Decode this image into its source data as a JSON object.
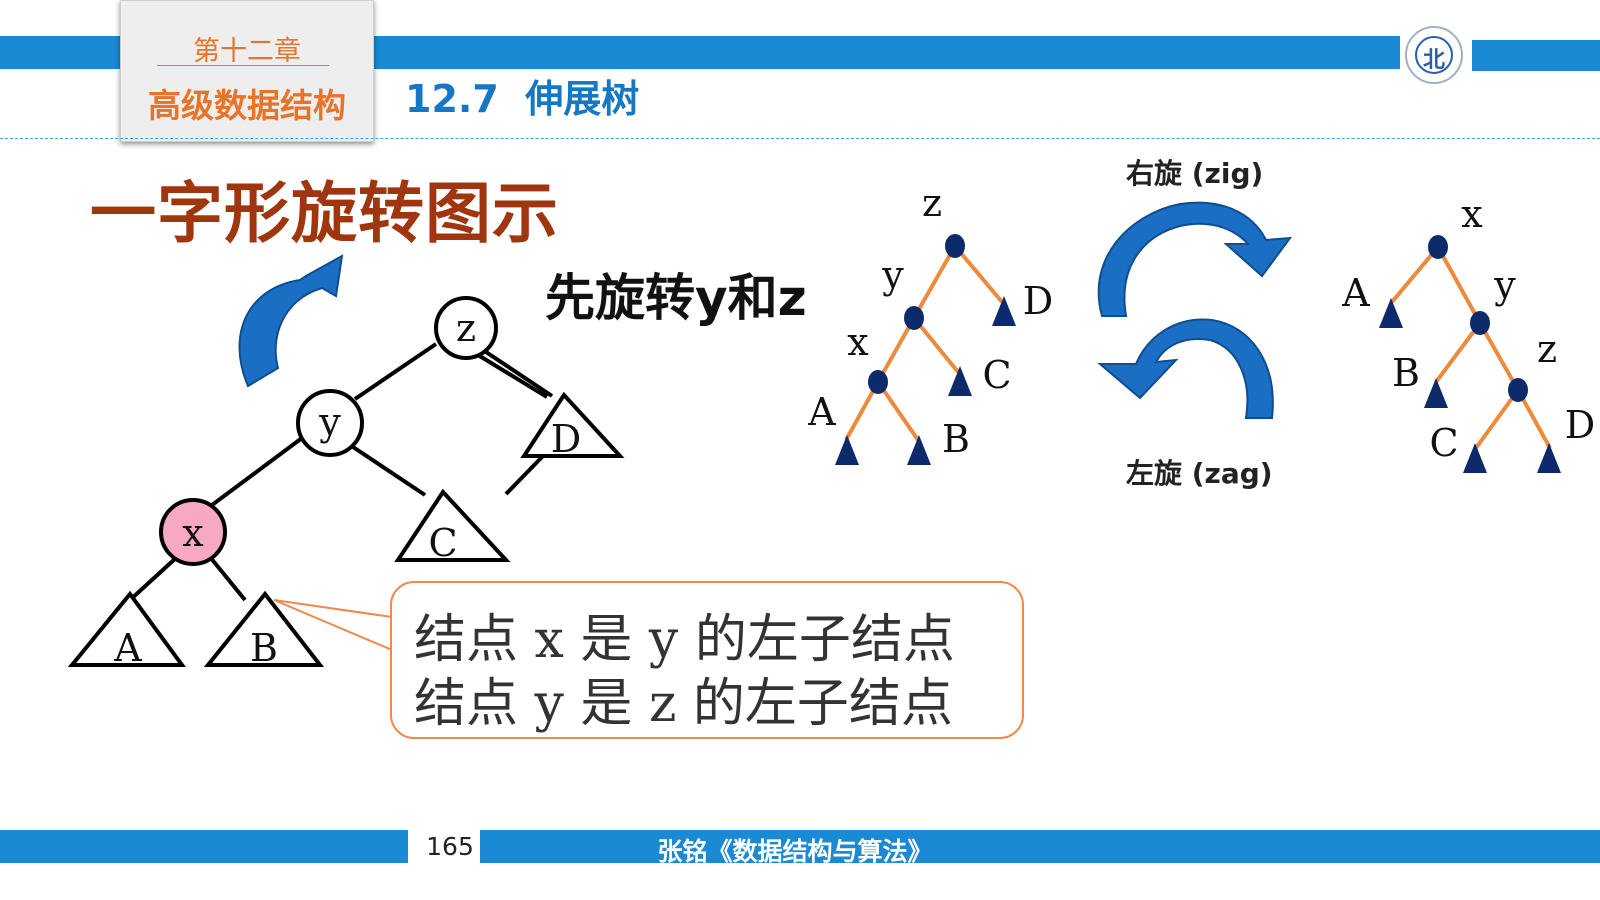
{
  "header": {
    "chapter_label": "第十二章",
    "chapter_name": "高级数据结构",
    "section_title": "12.7  伸展树",
    "logo_icon": "university-seal-icon"
  },
  "slide": {
    "title": "一字形旋转图示",
    "step": "先旋转y和z"
  },
  "left_tree": {
    "nodes": {
      "z": "z",
      "y": "y",
      "x": "x"
    },
    "subtrees": {
      "A": "A",
      "B": "B",
      "C": "C",
      "D": "D"
    },
    "highlight_color": "#f7a9c4"
  },
  "rotation": {
    "right_caption": "右旋 (zig)",
    "left_caption": "左旋 (zag)",
    "arrow_color": "#1a6fc4"
  },
  "tree_before": {
    "nodes": {
      "z": "z",
      "y": "y",
      "x": "x"
    },
    "subtrees": {
      "A": "A",
      "B": "B",
      "C": "C",
      "D": "D"
    }
  },
  "tree_after": {
    "nodes": {
      "x": "x",
      "y": "y",
      "z": "z"
    },
    "subtrees": {
      "A": "A",
      "B": "B",
      "C": "C",
      "D": "D"
    }
  },
  "callout": {
    "line1": "结点 x 是 y 的左子结点",
    "line2": "结点 y 是 z 的左子结点"
  },
  "footer": {
    "page_number": "165",
    "book_title": "张铭《数据结构与算法》"
  },
  "colors": {
    "accent_blue": "#1a8ad4",
    "chapter_orange": "#e8742a",
    "title_brown": "#a0360f",
    "edge_orange": "#ee8a3c",
    "node_navy": "#0d2a6b"
  }
}
